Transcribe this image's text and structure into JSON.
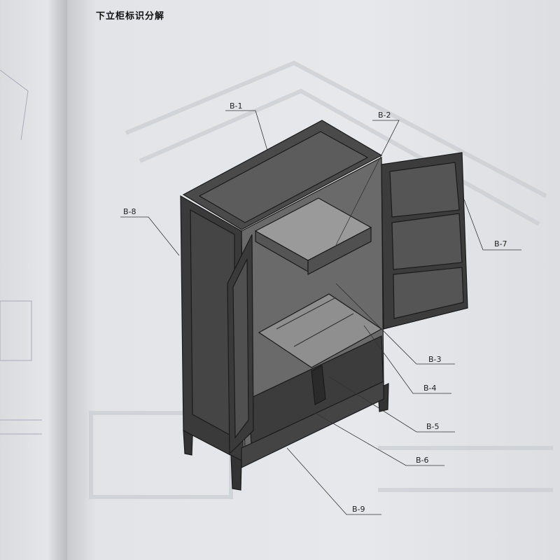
{
  "title": "下立柜标识分解",
  "labels": {
    "b1": "B-1",
    "b2": "B-2",
    "b3": "B-3",
    "b4": "B-4",
    "b5": "B-5",
    "b6": "B-6",
    "b7": "B-7",
    "b8": "B-8",
    "b9": "B-9"
  }
}
